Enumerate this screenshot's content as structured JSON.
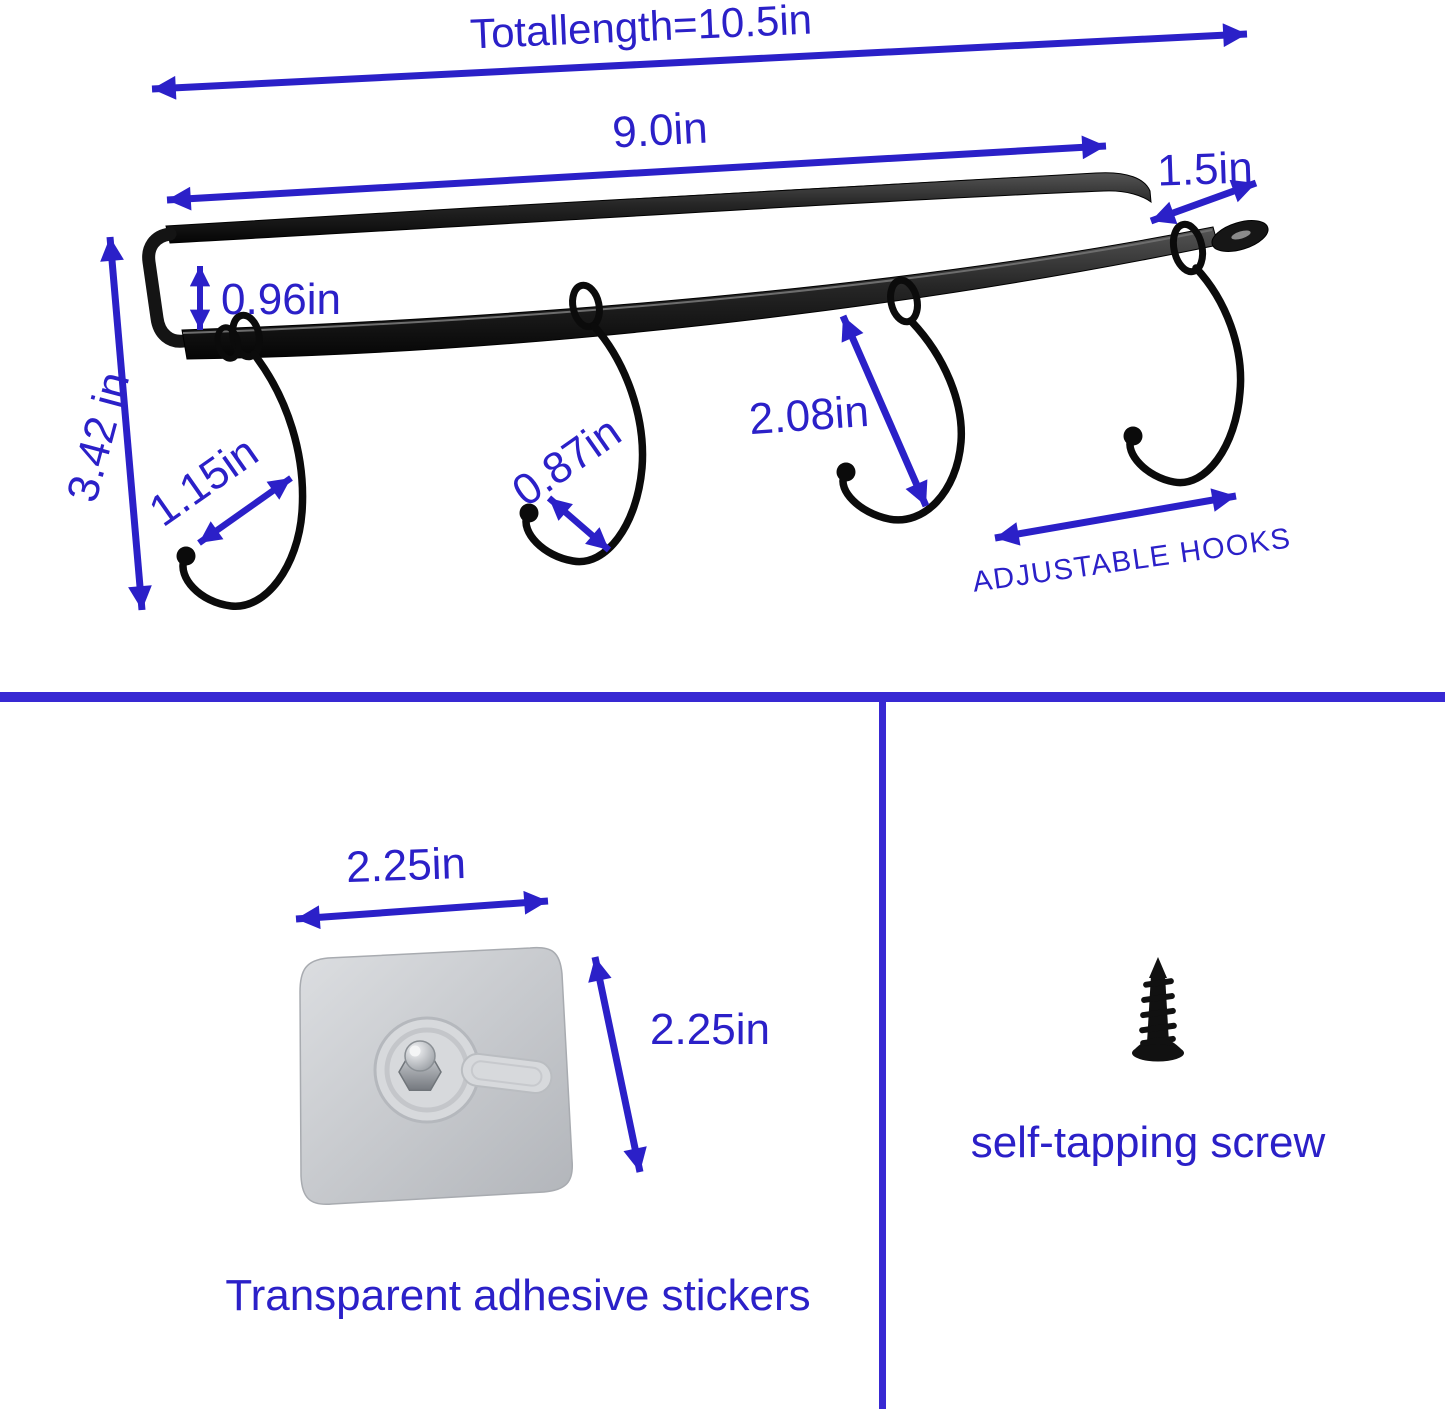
{
  "colors": {
    "annotation_blue": "#2b20c8",
    "divider_blue": "#3829d3",
    "metal_black": "#0e0e0e",
    "sticker_gray": "#ccced3"
  },
  "dimensions": {
    "total_length": "Totallength=10.5in",
    "bar_length": "9.0in",
    "end_width": "1.5in",
    "gap_height": "0.96in",
    "side_depth": "3.42 in",
    "hook_small": "1.15in",
    "hook_medium": "0.87in",
    "hook_large": "2.08in",
    "adjustable_note": "ADJUSTABLE HOOKS"
  },
  "sticker": {
    "width_label": "2.25in",
    "height_label": "2.25in",
    "caption": "Transparent adhesive stickers"
  },
  "screw": {
    "caption": "self-tapping screw"
  },
  "icons": {
    "hook_rack": "hook-rack-graphic",
    "adhesive_sticker": "adhesive-sticker-graphic",
    "self_tapping_screw": "screw-graphic"
  }
}
